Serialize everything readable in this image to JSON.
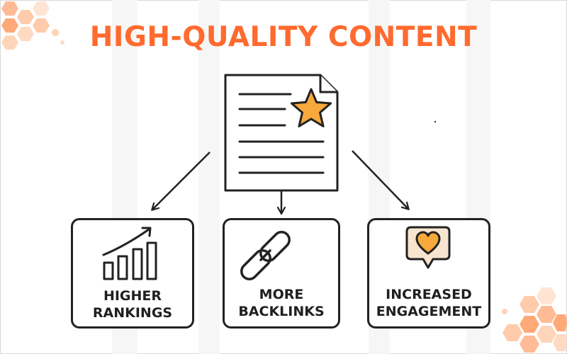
{
  "title": "HIGH-QUALITY CONTENT",
  "colors": {
    "accent": "#ff6a2f",
    "star": "#f7a93b",
    "heart": "#f7a93b",
    "bubble": "#f7e5d0",
    "stroke": "#222222"
  },
  "nodes": [
    {
      "id": "document",
      "icon": "document-star-icon",
      "label_line1": "",
      "label_line2": ""
    },
    {
      "id": "rankings",
      "icon": "rising-bar-chart-icon",
      "label_line1": "HIGHER",
      "label_line2": "RANKINGS"
    },
    {
      "id": "backlinks",
      "icon": "chain-link-icon",
      "label_line1": "MORE",
      "label_line2": "BACKLINKS"
    },
    {
      "id": "engagement",
      "icon": "heart-chat-bubble-icon",
      "label_line1": "INCREASED",
      "label_line2": "ENGAGEMENT"
    }
  ]
}
